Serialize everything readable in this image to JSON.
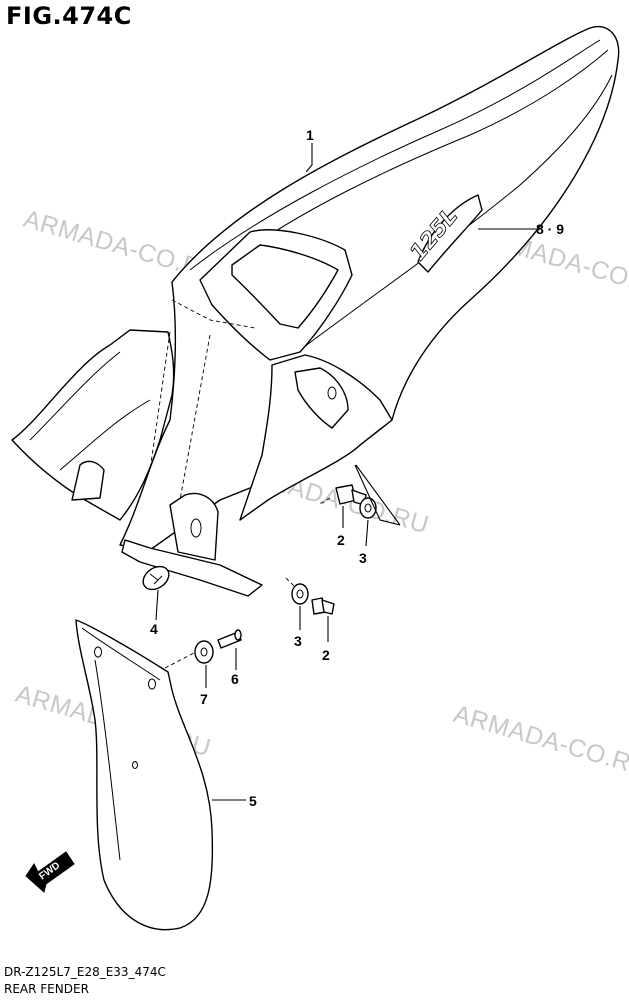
{
  "figure": {
    "title": "FIG.474C",
    "code": "DR-Z125L7_E28_E33_474C",
    "name": "REAR FENDER"
  },
  "watermark": {
    "text": "ARMADA-CO.RU",
    "color": "#c8c8c8"
  },
  "callouts": [
    {
      "id": "1",
      "label": "1"
    },
    {
      "id": "8-9",
      "label": "8 · 9"
    },
    {
      "id": "2a",
      "label": "2"
    },
    {
      "id": "3a",
      "label": "3"
    },
    {
      "id": "4",
      "label": "4"
    },
    {
      "id": "3b",
      "label": "3"
    },
    {
      "id": "2b",
      "label": "2"
    },
    {
      "id": "7",
      "label": "7"
    },
    {
      "id": "6",
      "label": "6"
    },
    {
      "id": "5",
      "label": "5"
    }
  ],
  "decal": {
    "text": "125L"
  },
  "fwd_arrow": {
    "label": "FWD"
  }
}
